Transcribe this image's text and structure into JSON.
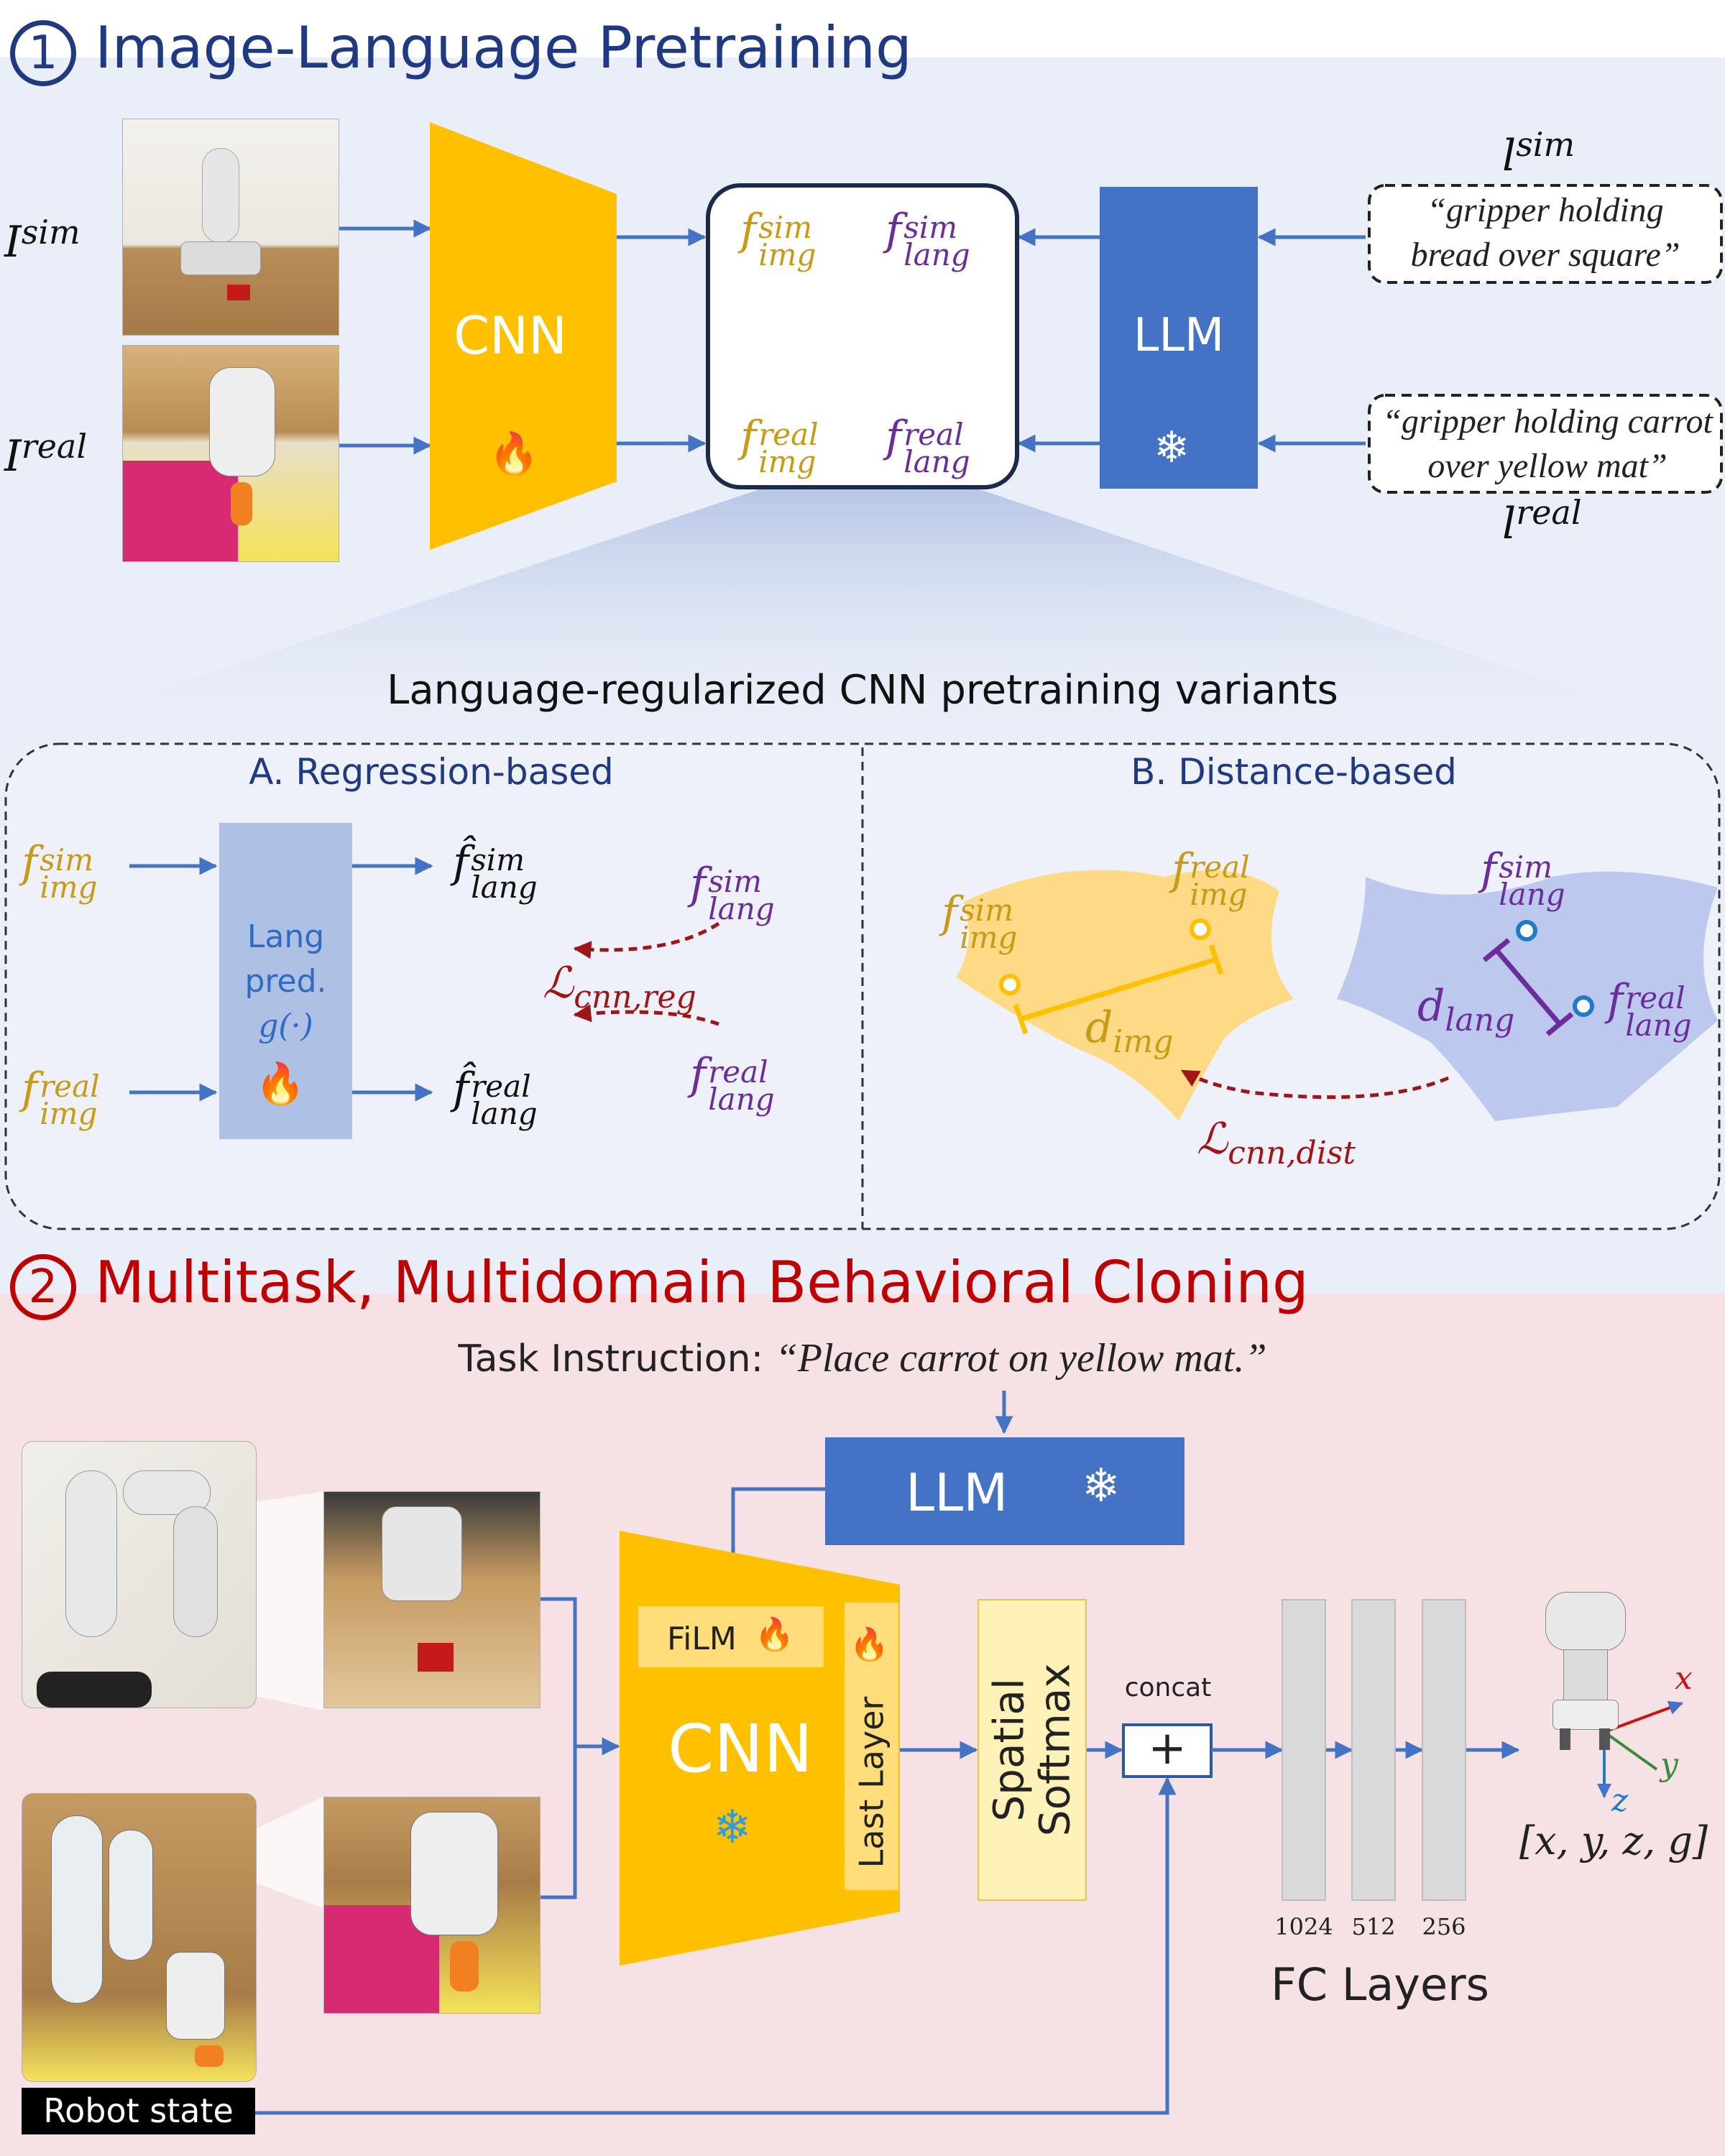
{
  "section1": {
    "number": "1",
    "title": "Image-Language Pretraining",
    "img_sim": "I",
    "img_sim_sup": "sim",
    "img_real": "I",
    "img_real_sup": "real",
    "lang_sim": "l",
    "lang_sim_sup": "sim",
    "lang_real": "l",
    "lang_real_sup": "real",
    "caption_sim": "“gripper holding bread over square”",
    "caption_real": "“gripper holding carrot over yellow mat”",
    "cnn_label": "CNN",
    "llm_label": "LLM",
    "variants_title": "Language-regularized CNN pretraining variants",
    "regression_title": "A. Regression-based",
    "distance_title": "B. Distance-based",
    "lang_pred": [
      "Lang",
      "pred.",
      "g(·)"
    ],
    "loss_reg": "ℒ",
    "loss_reg_sub": "cnn,reg",
    "loss_dist": "ℒ",
    "loss_dist_sub": "cnn,dist",
    "d_img": "d",
    "d_img_sub": "img",
    "d_lang": "d",
    "d_lang_sub": "lang",
    "f": "f",
    "f_hat": "f̂",
    "sim": "sim",
    "real": "real",
    "img": "img",
    "lang": "lang"
  },
  "section2": {
    "number": "2",
    "title": "Multitask, Multidomain Behavioral Cloning",
    "instruction_prefix": "Task Instruction: ",
    "instruction_text": "“Place carrot on yellow mat.”",
    "llm_label": "LLM",
    "film_label": "FiLM",
    "cnn_label": "CNN",
    "last_layer_label": "Last Layer",
    "spatial_softmax": [
      "Spatial",
      "Softmax"
    ],
    "concat_label": "concat",
    "plus_symbol": "+",
    "fc_sizes": [
      "1024",
      "512",
      "256"
    ],
    "fc_label": "FC Layers",
    "output_label": "[x, y, z, g]",
    "axis_x": "x",
    "axis_y": "y",
    "axis_z": "z",
    "robot_state": "Robot state"
  },
  "icons": {
    "fire": "🔥",
    "snow": "❄"
  },
  "colors": {
    "cnn": "#ffc000",
    "llm": "#4472c4",
    "section1_bg": "#e9eef8",
    "section2_bg": "#f6e1e4",
    "img_feature": "#c99a14",
    "lang_feature": "#6b2c9c",
    "loss": "#a01616",
    "title1": "#1f3a82",
    "title2": "#c00000"
  }
}
